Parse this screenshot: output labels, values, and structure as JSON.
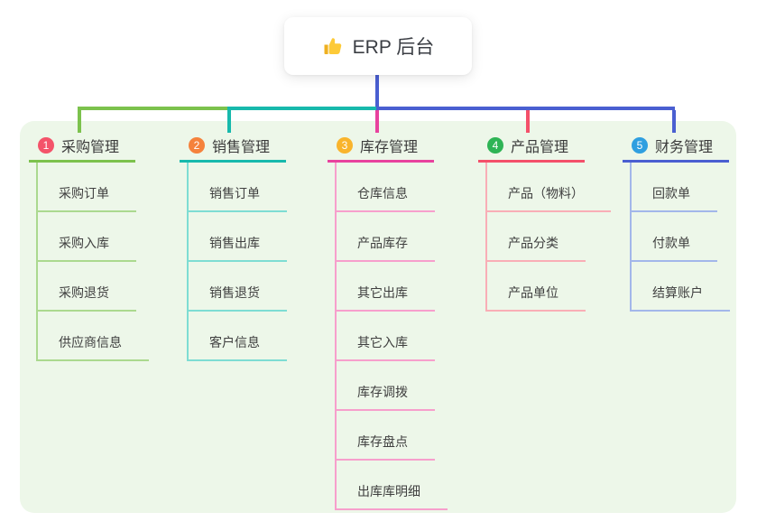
{
  "root": {
    "title": "ERP 后台",
    "icon": "thumbs-up"
  },
  "colors": {
    "panel_bg": "#edf7e9",
    "connector_blue": "#4a5fd1",
    "bus_segments": [
      "#7cc24d",
      "#17b9ac",
      "#4a5fd1"
    ],
    "text_dark": "#3a3a3a"
  },
  "branches": [
    {
      "num": "1",
      "label": "采购管理",
      "circle_color": "#f4536a",
      "line_color": "#7cc24d",
      "child_line_color": "#abd98f",
      "children": [
        "采购订单",
        "采购入库",
        "采购退货",
        "供应商信息"
      ]
    },
    {
      "num": "2",
      "label": "销售管理",
      "circle_color": "#f5823c",
      "line_color": "#17b9ac",
      "child_line_color": "#7eddd3",
      "children": [
        "销售订单",
        "销售出库",
        "销售退货",
        "客户信息"
      ]
    },
    {
      "num": "3",
      "label": "库存管理",
      "circle_color": "#f9b42c",
      "line_color": "#e8429e",
      "child_line_color": "#f79fcc",
      "children": [
        "仓库信息",
        "产品库存",
        "其它出库",
        "其它入库",
        "库存调拨",
        "库存盘点",
        "出库库明细"
      ]
    },
    {
      "num": "4",
      "label": "产品管理",
      "circle_color": "#2eb455",
      "line_color": "#f4506a",
      "child_line_color": "#f9aeb6",
      "children": [
        "产品（物料）",
        "产品分类",
        "产品单位"
      ]
    },
    {
      "num": "5",
      "label": "财务管理",
      "circle_color": "#2f9fe0",
      "line_color": "#4a5fd1",
      "child_line_color": "#a3b7ea",
      "children": [
        "回款单",
        "付款单",
        "结算账户"
      ]
    }
  ]
}
